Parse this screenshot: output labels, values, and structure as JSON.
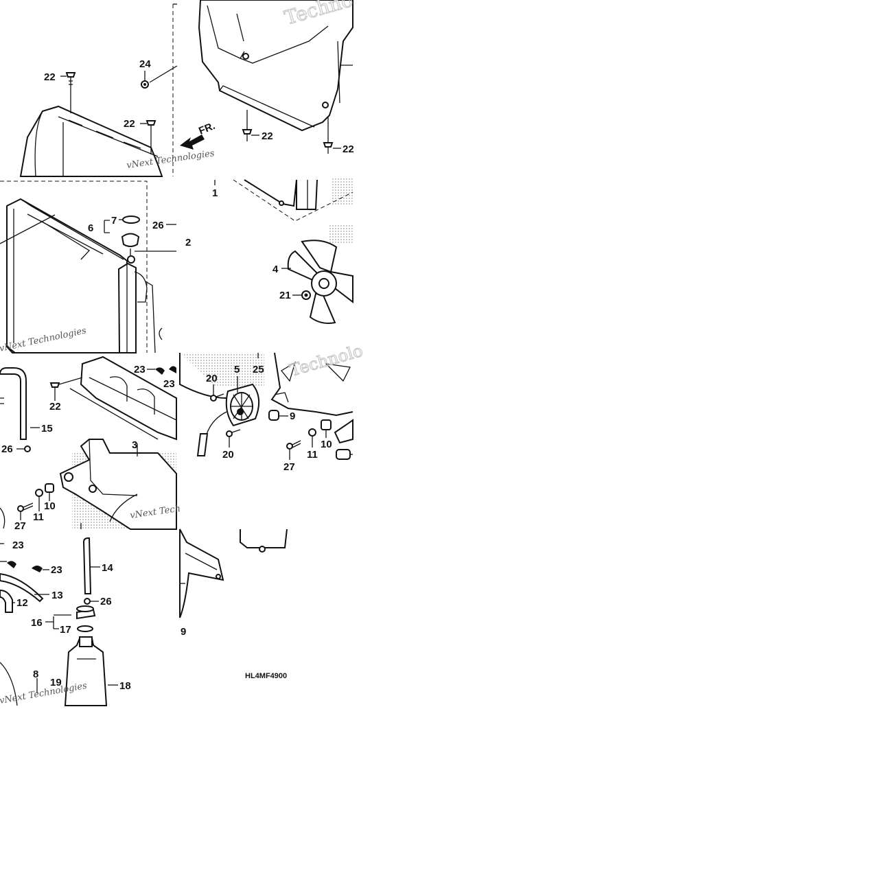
{
  "diagram": {
    "diagram_code": "HL4MF4900",
    "front_marker": "FR.",
    "callouts": [
      {
        "id": "c22a",
        "text": "22"
      },
      {
        "id": "c24",
        "text": "24"
      },
      {
        "id": "c22b",
        "text": "22"
      },
      {
        "id": "c22c",
        "text": "22"
      },
      {
        "id": "c22d",
        "text": "22"
      },
      {
        "id": "c1",
        "text": "1"
      },
      {
        "id": "c7",
        "text": "7"
      },
      {
        "id": "c6",
        "text": "6"
      },
      {
        "id": "c26a",
        "text": "26"
      },
      {
        "id": "c2",
        "text": "2"
      },
      {
        "id": "c4",
        "text": "4"
      },
      {
        "id": "c21",
        "text": "21"
      },
      {
        "id": "c23a",
        "text": "23"
      },
      {
        "id": "c23b",
        "text": "23"
      },
      {
        "id": "c22e",
        "text": "22"
      },
      {
        "id": "c15",
        "text": "15"
      },
      {
        "id": "c26b",
        "text": "26"
      },
      {
        "id": "c3",
        "text": "3"
      },
      {
        "id": "c27a",
        "text": "27"
      },
      {
        "id": "c11a",
        "text": "11"
      },
      {
        "id": "c10a",
        "text": "10"
      },
      {
        "id": "c20a",
        "text": "20"
      },
      {
        "id": "c5",
        "text": "5"
      },
      {
        "id": "c25",
        "text": "25"
      },
      {
        "id": "c9a",
        "text": "9"
      },
      {
        "id": "c20b",
        "text": "20"
      },
      {
        "id": "c27b",
        "text": "27"
      },
      {
        "id": "c11b",
        "text": "11"
      },
      {
        "id": "c10b",
        "text": "10"
      },
      {
        "id": "c23c",
        "text": "23"
      },
      {
        "id": "c23d",
        "text": "23"
      },
      {
        "id": "c14",
        "text": "14"
      },
      {
        "id": "c13",
        "text": "13"
      },
      {
        "id": "c12",
        "text": "12"
      },
      {
        "id": "c26c",
        "text": "26"
      },
      {
        "id": "c16",
        "text": "16"
      },
      {
        "id": "c17",
        "text": "17"
      },
      {
        "id": "c9b",
        "text": "9"
      },
      {
        "id": "c8",
        "text": "8"
      },
      {
        "id": "c19",
        "text": "19"
      },
      {
        "id": "c18",
        "text": "18"
      }
    ],
    "watermarks": [
      {
        "id": "w1",
        "text": "Techno"
      },
      {
        "id": "w2",
        "text": "vNext Technologies"
      },
      {
        "id": "w3",
        "text": "vNext Technologies"
      },
      {
        "id": "w4",
        "text": "Technolo"
      },
      {
        "id": "w5",
        "text": "vNext Tech"
      },
      {
        "id": "w6",
        "text": "vNext Technologies"
      }
    ]
  }
}
